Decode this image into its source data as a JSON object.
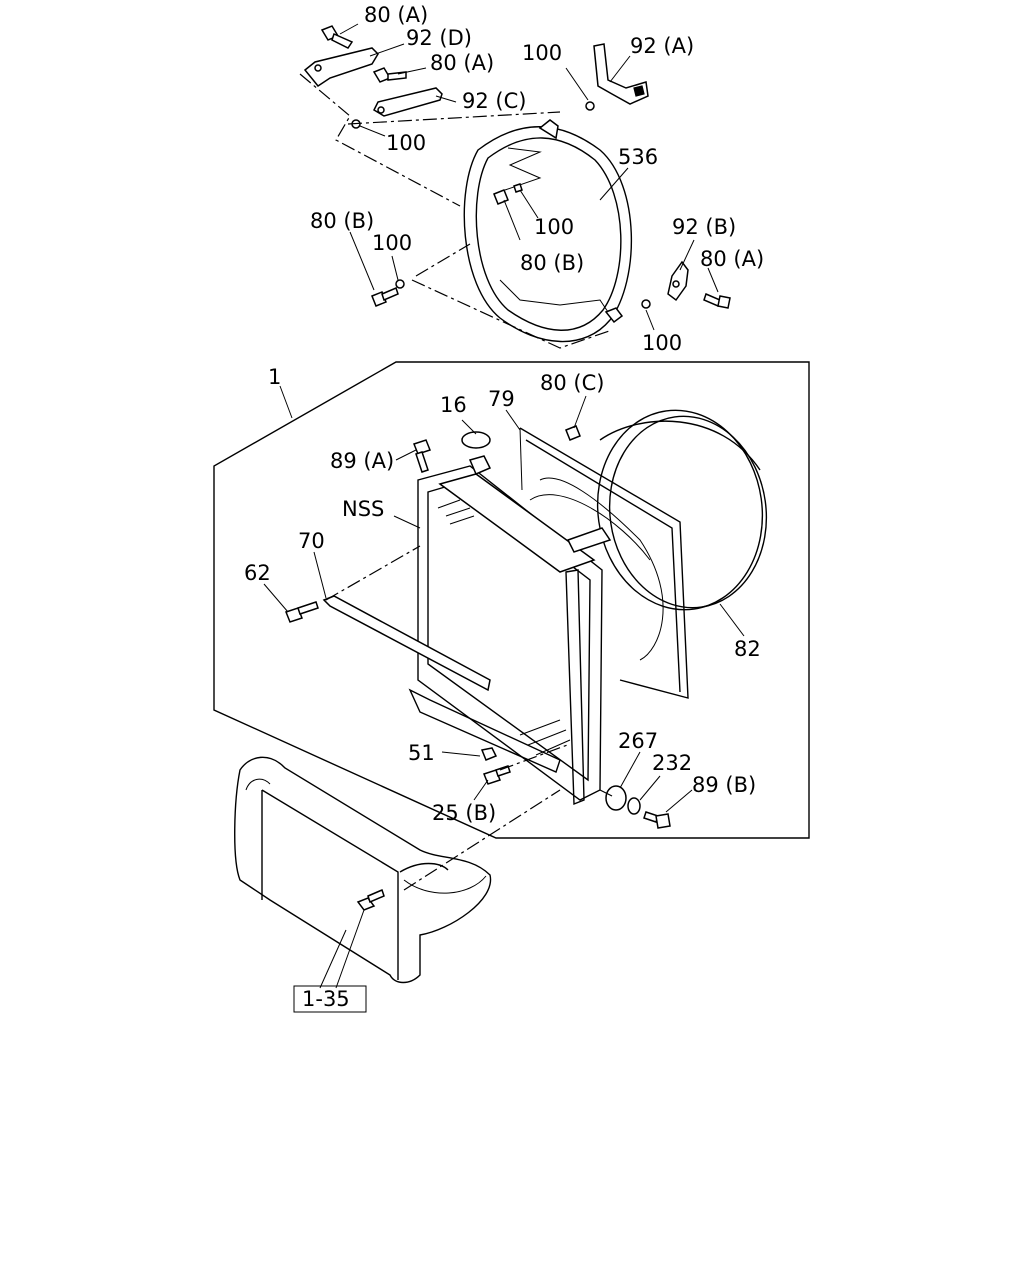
{
  "labels": {
    "l_80a_1": "80 (A)",
    "l_92d": "92 (D)",
    "l_80a_2": "80 (A)",
    "l_92c": "92 (C)",
    "l_100_1": "100",
    "l_100_2": "100",
    "l_92a": "92 (A)",
    "l_536": "536",
    "l_100_3": "100",
    "l_80b_1": "80 (B)",
    "l_100_4": "100",
    "l_80b_2": "80 (B)",
    "l_92b": "92 (B)",
    "l_80a_3": "80 (A)",
    "l_100_5": "100",
    "l_1": "1",
    "l_80c": "80 (C)",
    "l_16": "16",
    "l_79": "79",
    "l_89a": "89 (A)",
    "l_nss": "NSS",
    "l_70": "70",
    "l_62": "62",
    "l_82": "82",
    "l_267": "267",
    "l_232": "232",
    "l_51": "51",
    "l_89b": "89 (B)",
    "l_25b": "25 (B)",
    "l_ref": "1-35"
  }
}
